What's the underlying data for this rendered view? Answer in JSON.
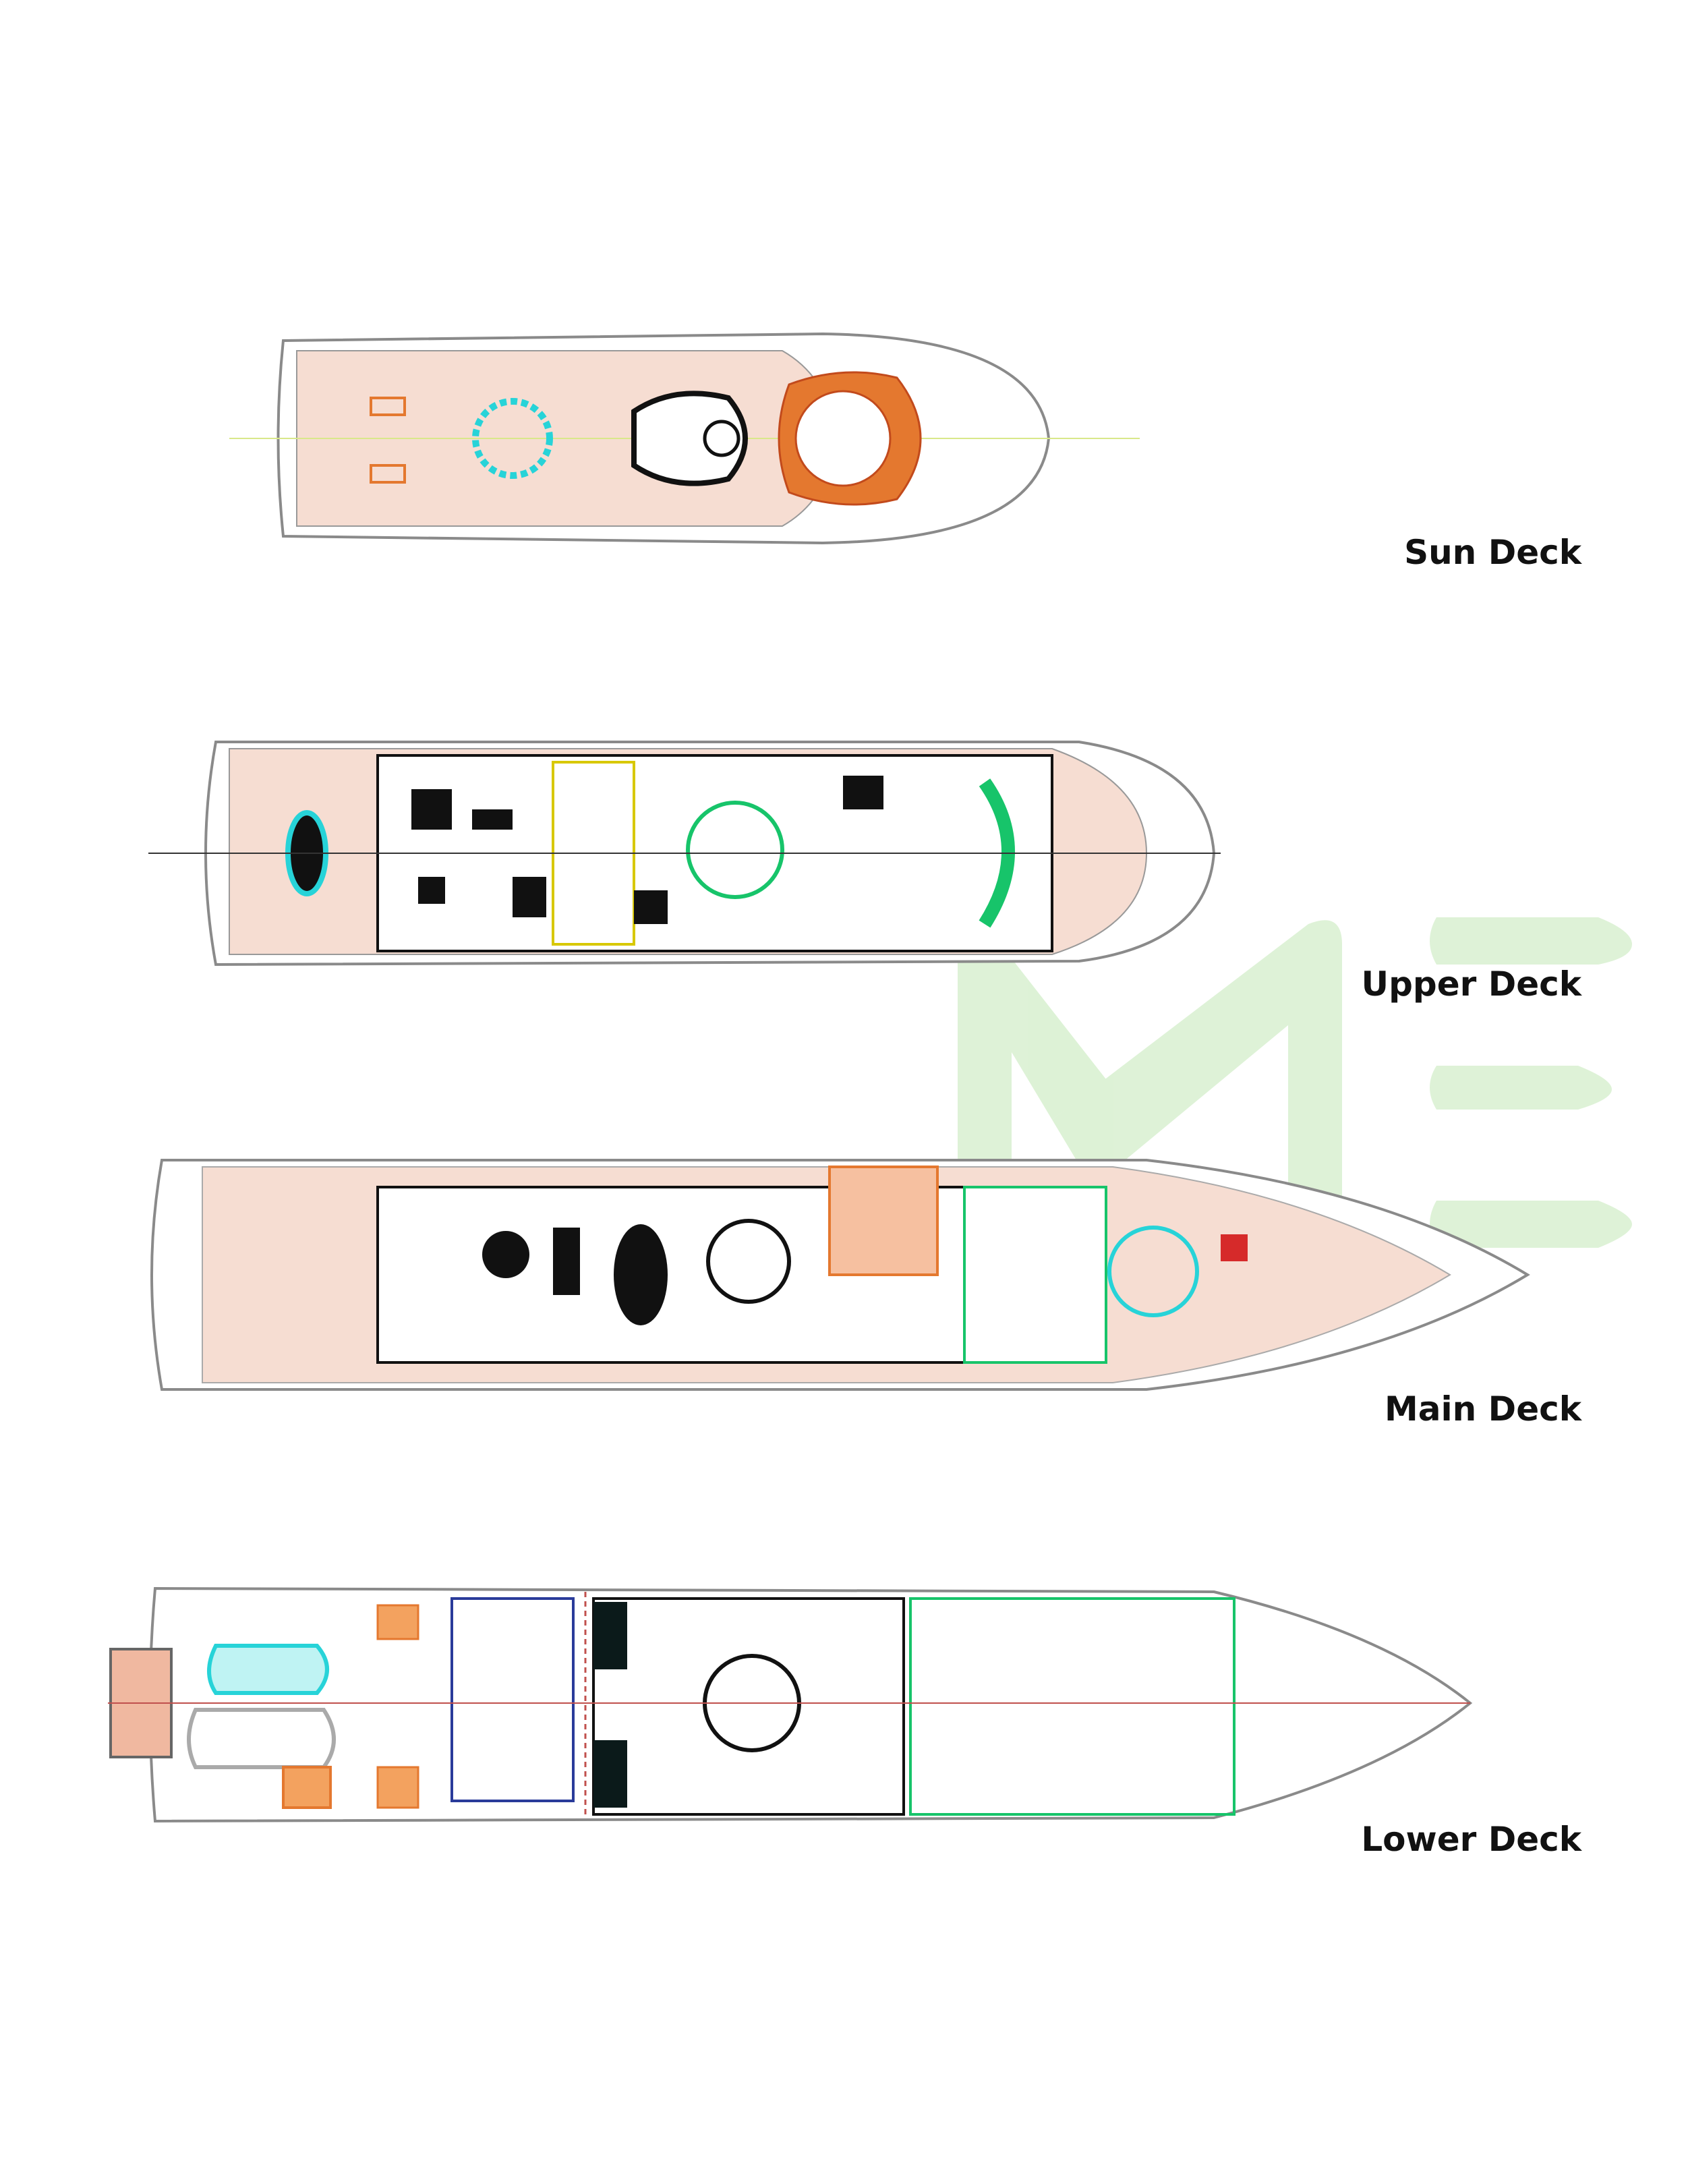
{
  "decks": [
    {
      "id": "sun",
      "label": "Sun Deck"
    },
    {
      "id": "upper",
      "label": "Upper Deck"
    },
    {
      "id": "main",
      "label": "Main Deck"
    },
    {
      "id": "lower",
      "label": "Lower Deck"
    }
  ],
  "watermark": {
    "text": "ME",
    "color": "#d8f0d0"
  },
  "colors": {
    "deck_fill": "#f6ddd2",
    "hull_line": "#9a9a9a",
    "furniture": "#111111",
    "accent_green": "#17c46a",
    "accent_cyan": "#27d3d8",
    "accent_orange": "#e4782f",
    "centerline": "#c0504d"
  }
}
